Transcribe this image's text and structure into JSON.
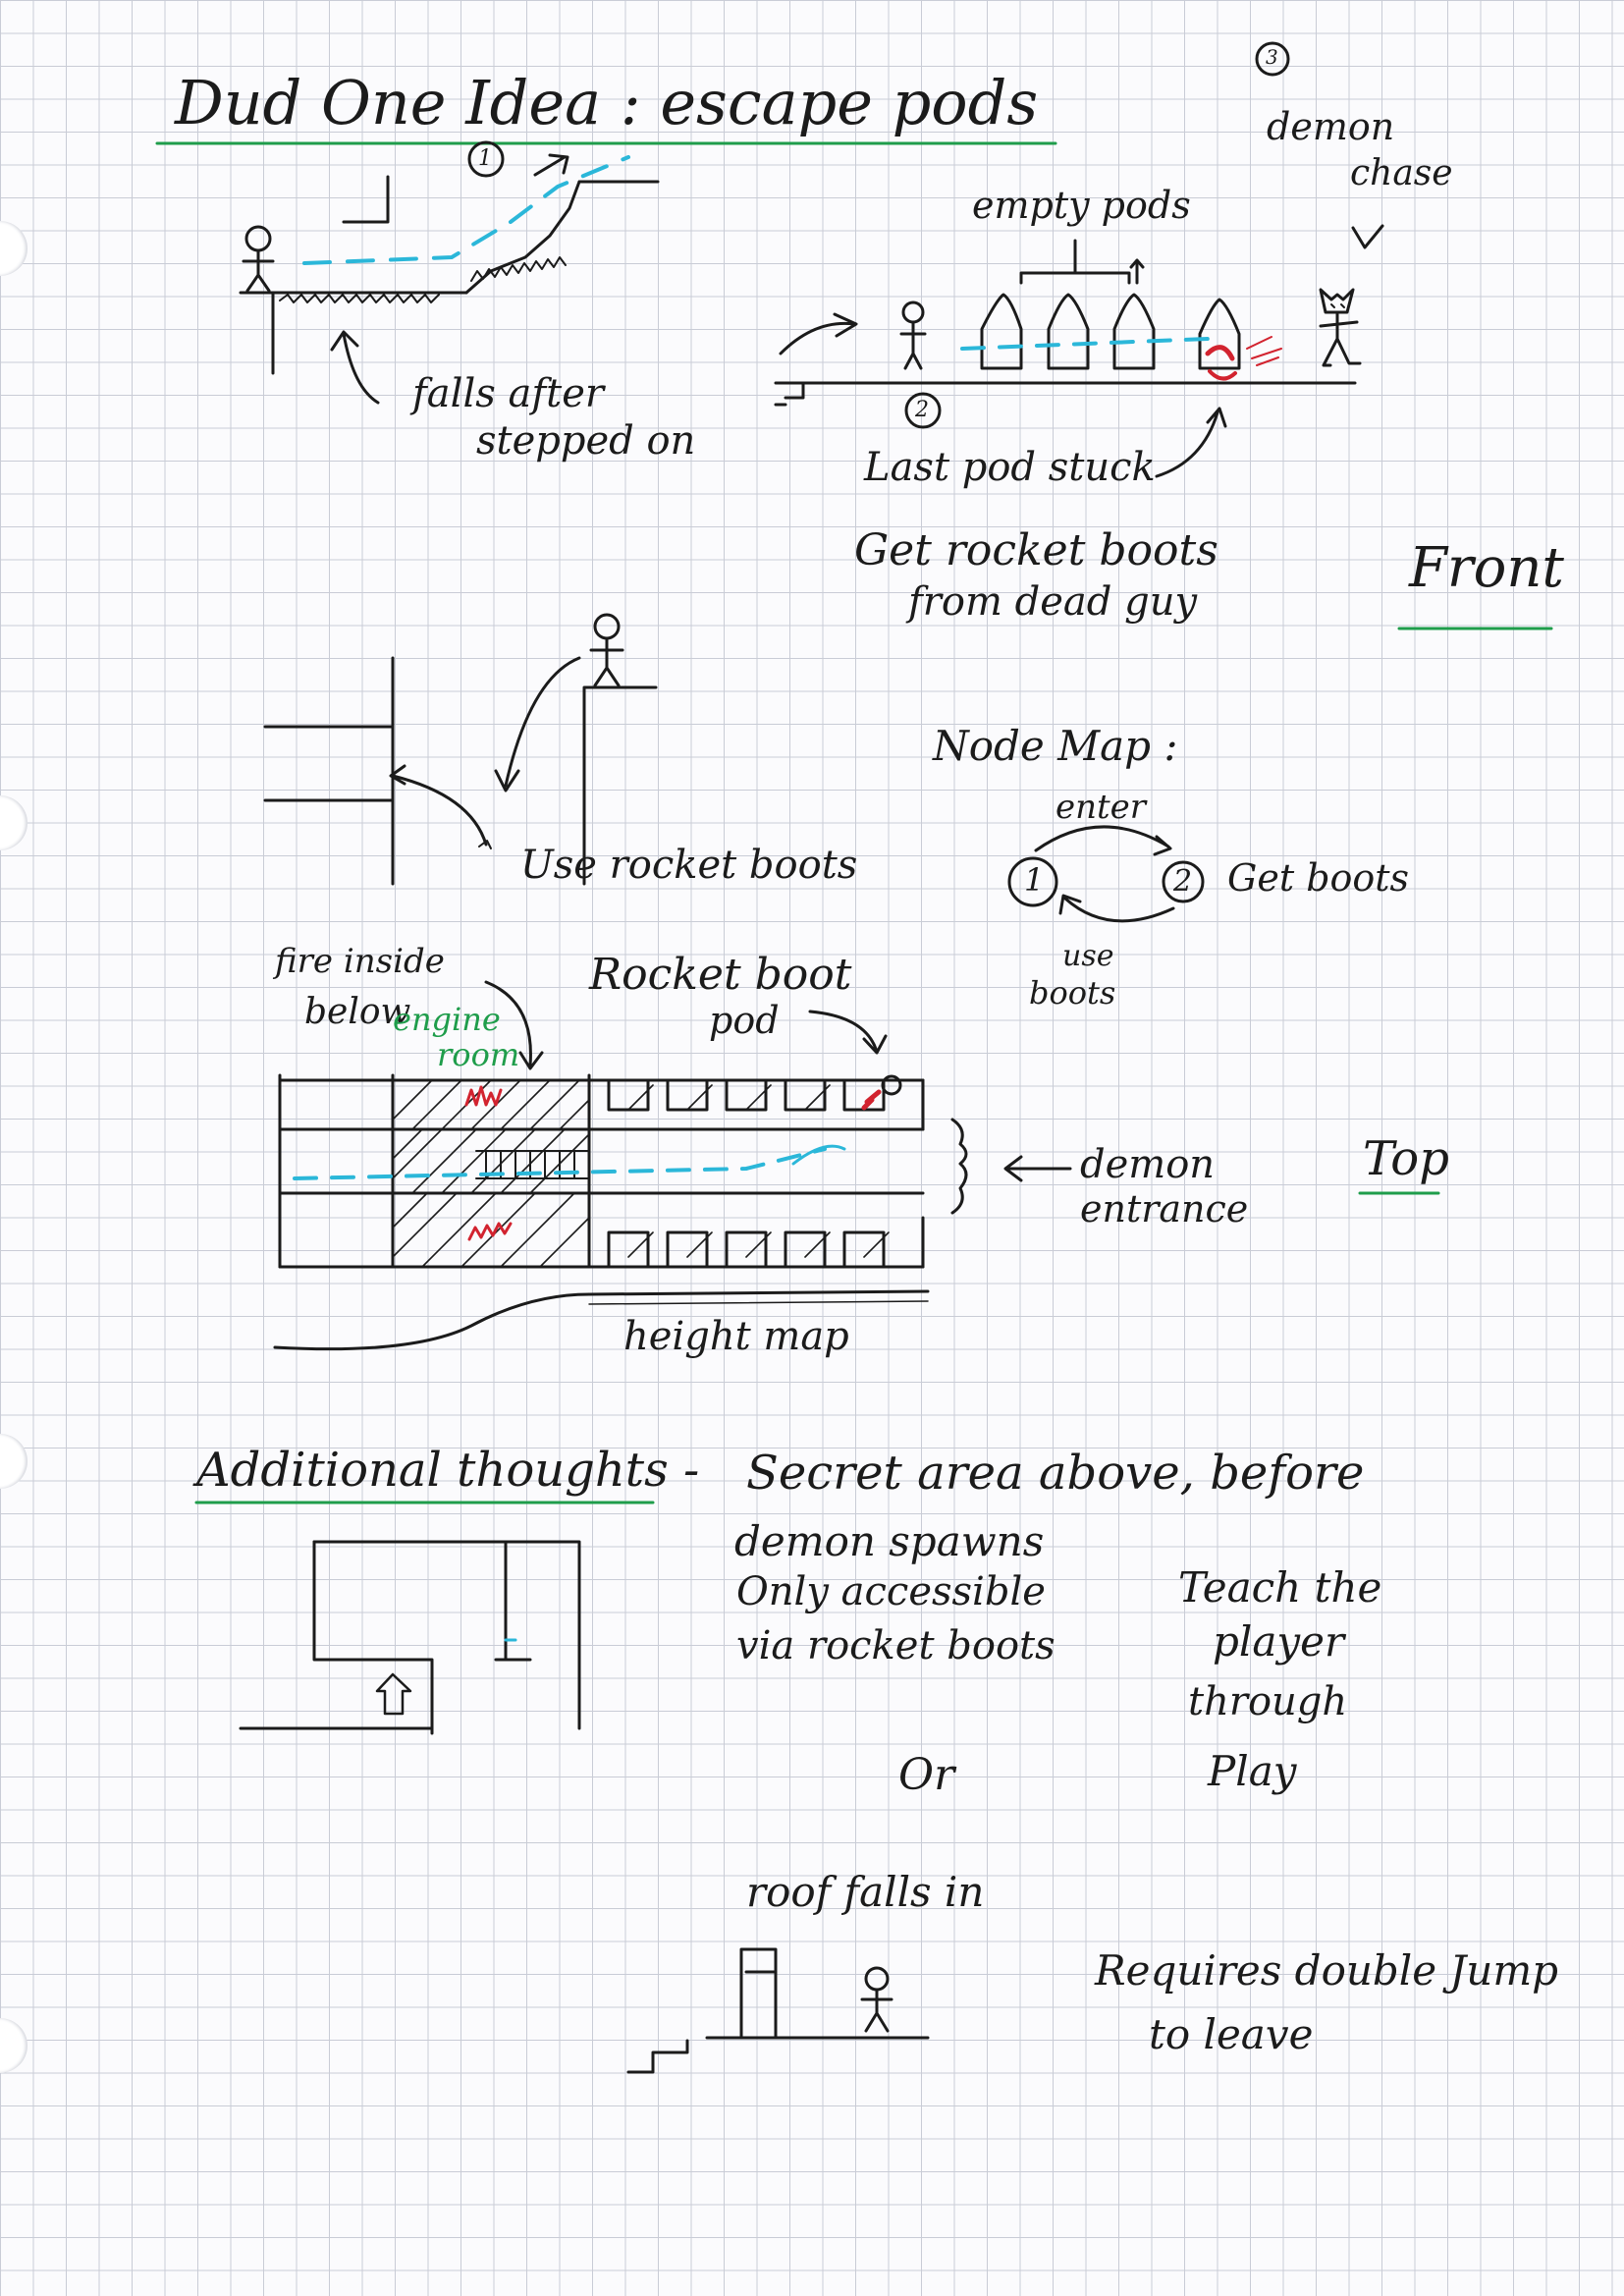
{
  "title": "Dud One Idea : escape pods",
  "front_section": {
    "notes": {
      "circle_1": "1",
      "circle_2": "2",
      "circle_3": "3",
      "falls_after": "falls after",
      "stepped_on": "stepped on",
      "empty_pods": "empty pods",
      "demon": "demon",
      "chase": "chase",
      "last_pod_stuck": "Last pod stuck",
      "get_rocket_boots": "Get rocket boots",
      "from_dead_guy": "from dead guy",
      "use_rocket_boots": "Use rocket boots"
    },
    "label": "Front"
  },
  "node_map": {
    "title": "Node Map :",
    "node_1": "1",
    "node_2": "2",
    "enter": "enter",
    "get_boots": "Get boots",
    "use": "use",
    "boots": "boots"
  },
  "top_section": {
    "notes": {
      "fire_line1": "fire inside",
      "fire_line2": "below",
      "engine": "engine",
      "room": "room",
      "rocket_boot": "Rocket boot",
      "pod": "pod",
      "demon": "demon",
      "entrance": "entrance",
      "height_map": "height map"
    },
    "label": "Top"
  },
  "additional": {
    "heading": "Additional thoughts -",
    "secret_line1": "Secret area above, before",
    "secret_line2": "demon spawns",
    "secret_line3": "Only accessible",
    "secret_line4": "via rocket boots",
    "or": "Or",
    "teach": [
      "Teach the",
      "player",
      "through",
      "Play"
    ],
    "roof_falls": "roof falls in",
    "requires": "Requires double Jump",
    "to_leave": "to leave"
  },
  "colors": {
    "ink": "#1b1b1b",
    "grid": "#c9ccd6",
    "underline_green": "#1f9d4b",
    "path_cyan": "#2bb7d9",
    "fire_red": "#d2232f"
  }
}
